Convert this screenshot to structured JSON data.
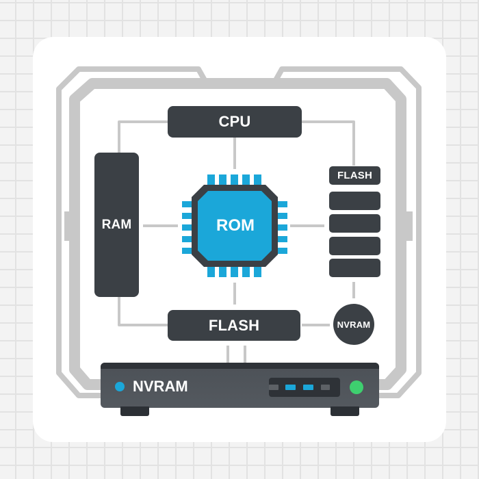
{
  "diagram": {
    "title": "Memory architecture diagram",
    "colors": {
      "component_fill": "#3b4045",
      "chip_fill": "#1ba7d9",
      "trace": "#c8c8c8",
      "led_blue": "#1ba7d9",
      "led_green": "#3ecf6f",
      "port_active": "#1ba7d9",
      "port_inactive": "#5d6166"
    },
    "nodes": {
      "cpu": {
        "label": "CPU",
        "icon": "processor-block-icon"
      },
      "ram": {
        "label": "RAM",
        "icon": "memory-module-icon"
      },
      "rom": {
        "label": "ROM",
        "icon": "chip-icon"
      },
      "flash_stack": {
        "label": "FLASH",
        "slot_count": 5,
        "icon": "flash-stack-icon"
      },
      "flash_main": {
        "label": "FLASH",
        "icon": "flash-block-icon"
      },
      "nvram_circle": {
        "label": "NVRAM",
        "icon": "nvram-node-icon"
      },
      "nvram_device": {
        "label": "NVRAM",
        "icon": "storage-device-icon",
        "status_leds": [
          "blue",
          "green"
        ],
        "ports": [
          "inactive",
          "active",
          "active",
          "inactive"
        ]
      }
    },
    "edges": [
      {
        "from": "CPU",
        "to": "RAM"
      },
      {
        "from": "CPU",
        "to": "FLASH (stack)"
      },
      {
        "from": "CPU",
        "to": "ROM"
      },
      {
        "from": "RAM",
        "to": "ROM"
      },
      {
        "from": "ROM",
        "to": "FLASH (stack)"
      },
      {
        "from": "ROM",
        "to": "FLASH"
      },
      {
        "from": "RAM",
        "to": "FLASH"
      },
      {
        "from": "FLASH",
        "to": "NVRAM"
      },
      {
        "from": "FLASH (stack)",
        "to": "NVRAM"
      },
      {
        "from": "FLASH",
        "to": "NVRAM (device)"
      }
    ]
  }
}
